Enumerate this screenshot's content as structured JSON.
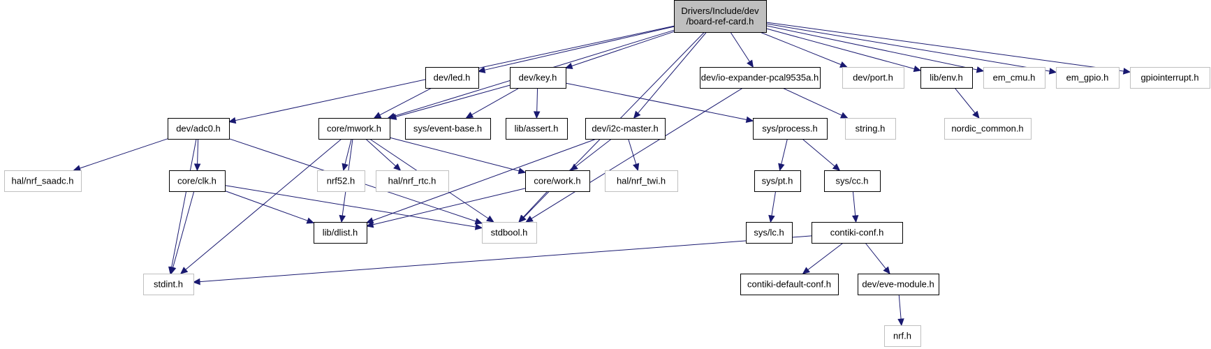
{
  "colors": {
    "edge": "#191970",
    "documented_border": "#000000",
    "external_border": "#bfbfbf",
    "root_fill": "#bfbfbf",
    "background": "#ffffff"
  },
  "nodes": {
    "root": {
      "lines": [
        "Drivers/Include/dev",
        "/board-ref-card.h"
      ],
      "kind": "root"
    },
    "led": {
      "lines": [
        "dev/led.h"
      ],
      "kind": "doc"
    },
    "key": {
      "lines": [
        "dev/key.h"
      ],
      "kind": "doc"
    },
    "ioexp": {
      "lines": [
        "dev/io-expander-pcal9535a.h"
      ],
      "kind": "doc"
    },
    "port": {
      "lines": [
        "dev/port.h"
      ],
      "kind": "ext"
    },
    "env": {
      "lines": [
        "lib/env.h"
      ],
      "kind": "doc"
    },
    "emcmu": {
      "lines": [
        "em_cmu.h"
      ],
      "kind": "ext"
    },
    "emgpio": {
      "lines": [
        "em_gpio.h"
      ],
      "kind": "ext"
    },
    "gpioint": {
      "lines": [
        "gpiointerrupt.h"
      ],
      "kind": "ext"
    },
    "adc0": {
      "lines": [
        "dev/adc0.h"
      ],
      "kind": "doc"
    },
    "mwork": {
      "lines": [
        "core/mwork.h"
      ],
      "kind": "doc"
    },
    "evtbase": {
      "lines": [
        "sys/event-base.h"
      ],
      "kind": "doc"
    },
    "assert": {
      "lines": [
        "lib/assert.h"
      ],
      "kind": "doc"
    },
    "i2c": {
      "lines": [
        "dev/i2c-master.h"
      ],
      "kind": "doc"
    },
    "process": {
      "lines": [
        "sys/process.h"
      ],
      "kind": "doc"
    },
    "string": {
      "lines": [
        "string.h"
      ],
      "kind": "ext"
    },
    "nordic": {
      "lines": [
        "nordic_common.h"
      ],
      "kind": "ext"
    },
    "saadc": {
      "lines": [
        "hal/nrf_saadc.h"
      ],
      "kind": "ext"
    },
    "clk": {
      "lines": [
        "core/clk.h"
      ],
      "kind": "doc"
    },
    "nrf52": {
      "lines": [
        "nrf52.h"
      ],
      "kind": "ext"
    },
    "rtc": {
      "lines": [
        "hal/nrf_rtc.h"
      ],
      "kind": "ext"
    },
    "work": {
      "lines": [
        "core/work.h"
      ],
      "kind": "doc"
    },
    "twi": {
      "lines": [
        "hal/nrf_twi.h"
      ],
      "kind": "ext"
    },
    "pt": {
      "lines": [
        "sys/pt.h"
      ],
      "kind": "doc"
    },
    "cc": {
      "lines": [
        "sys/cc.h"
      ],
      "kind": "doc"
    },
    "dlist": {
      "lines": [
        "lib/dlist.h"
      ],
      "kind": "doc"
    },
    "stdbool": {
      "lines": [
        "stdbool.h"
      ],
      "kind": "ext"
    },
    "lc": {
      "lines": [
        "sys/lc.h"
      ],
      "kind": "doc"
    },
    "contikiconf": {
      "lines": [
        "contiki-conf.h"
      ],
      "kind": "doc"
    },
    "stdint": {
      "lines": [
        "stdint.h"
      ],
      "kind": "ext"
    },
    "contikidefault": {
      "lines": [
        "contiki-default-conf.h"
      ],
      "kind": "doc"
    },
    "eve": {
      "lines": [
        "dev/eve-module.h"
      ],
      "kind": "doc"
    },
    "nrfh": {
      "lines": [
        "nrf.h"
      ],
      "kind": "ext"
    }
  },
  "edges": [
    [
      "root",
      "led"
    ],
    [
      "root",
      "key"
    ],
    [
      "root",
      "ioexp"
    ],
    [
      "root",
      "port"
    ],
    [
      "root",
      "env"
    ],
    [
      "root",
      "emcmu"
    ],
    [
      "root",
      "emgpio"
    ],
    [
      "root",
      "gpioint"
    ],
    [
      "root",
      "adc0"
    ],
    [
      "root",
      "mwork"
    ],
    [
      "root",
      "i2c"
    ],
    [
      "root",
      "stdbool"
    ],
    [
      "led",
      "mwork"
    ],
    [
      "key",
      "mwork"
    ],
    [
      "key",
      "evtbase"
    ],
    [
      "key",
      "assert"
    ],
    [
      "key",
      "process"
    ],
    [
      "ioexp",
      "string"
    ],
    [
      "ioexp",
      "stdbool"
    ],
    [
      "env",
      "nordic"
    ],
    [
      "adc0",
      "saadc"
    ],
    [
      "adc0",
      "clk"
    ],
    [
      "adc0",
      "stdint"
    ],
    [
      "adc0",
      "stdbool"
    ],
    [
      "mwork",
      "nrf52"
    ],
    [
      "mwork",
      "rtc"
    ],
    [
      "mwork",
      "work"
    ],
    [
      "mwork",
      "dlist"
    ],
    [
      "mwork",
      "stdbool"
    ],
    [
      "mwork",
      "stdint"
    ],
    [
      "i2c",
      "work"
    ],
    [
      "i2c",
      "twi"
    ],
    [
      "i2c",
      "dlist"
    ],
    [
      "process",
      "pt"
    ],
    [
      "process",
      "cc"
    ],
    [
      "clk",
      "dlist"
    ],
    [
      "clk",
      "stdbool"
    ],
    [
      "clk",
      "stdint"
    ],
    [
      "work",
      "dlist"
    ],
    [
      "work",
      "stdbool"
    ],
    [
      "pt",
      "lc"
    ],
    [
      "cc",
      "contikiconf"
    ],
    [
      "contikiconf",
      "stdint"
    ],
    [
      "contikiconf",
      "contikidefault"
    ],
    [
      "contikiconf",
      "eve"
    ],
    [
      "eve",
      "nrfh"
    ]
  ]
}
